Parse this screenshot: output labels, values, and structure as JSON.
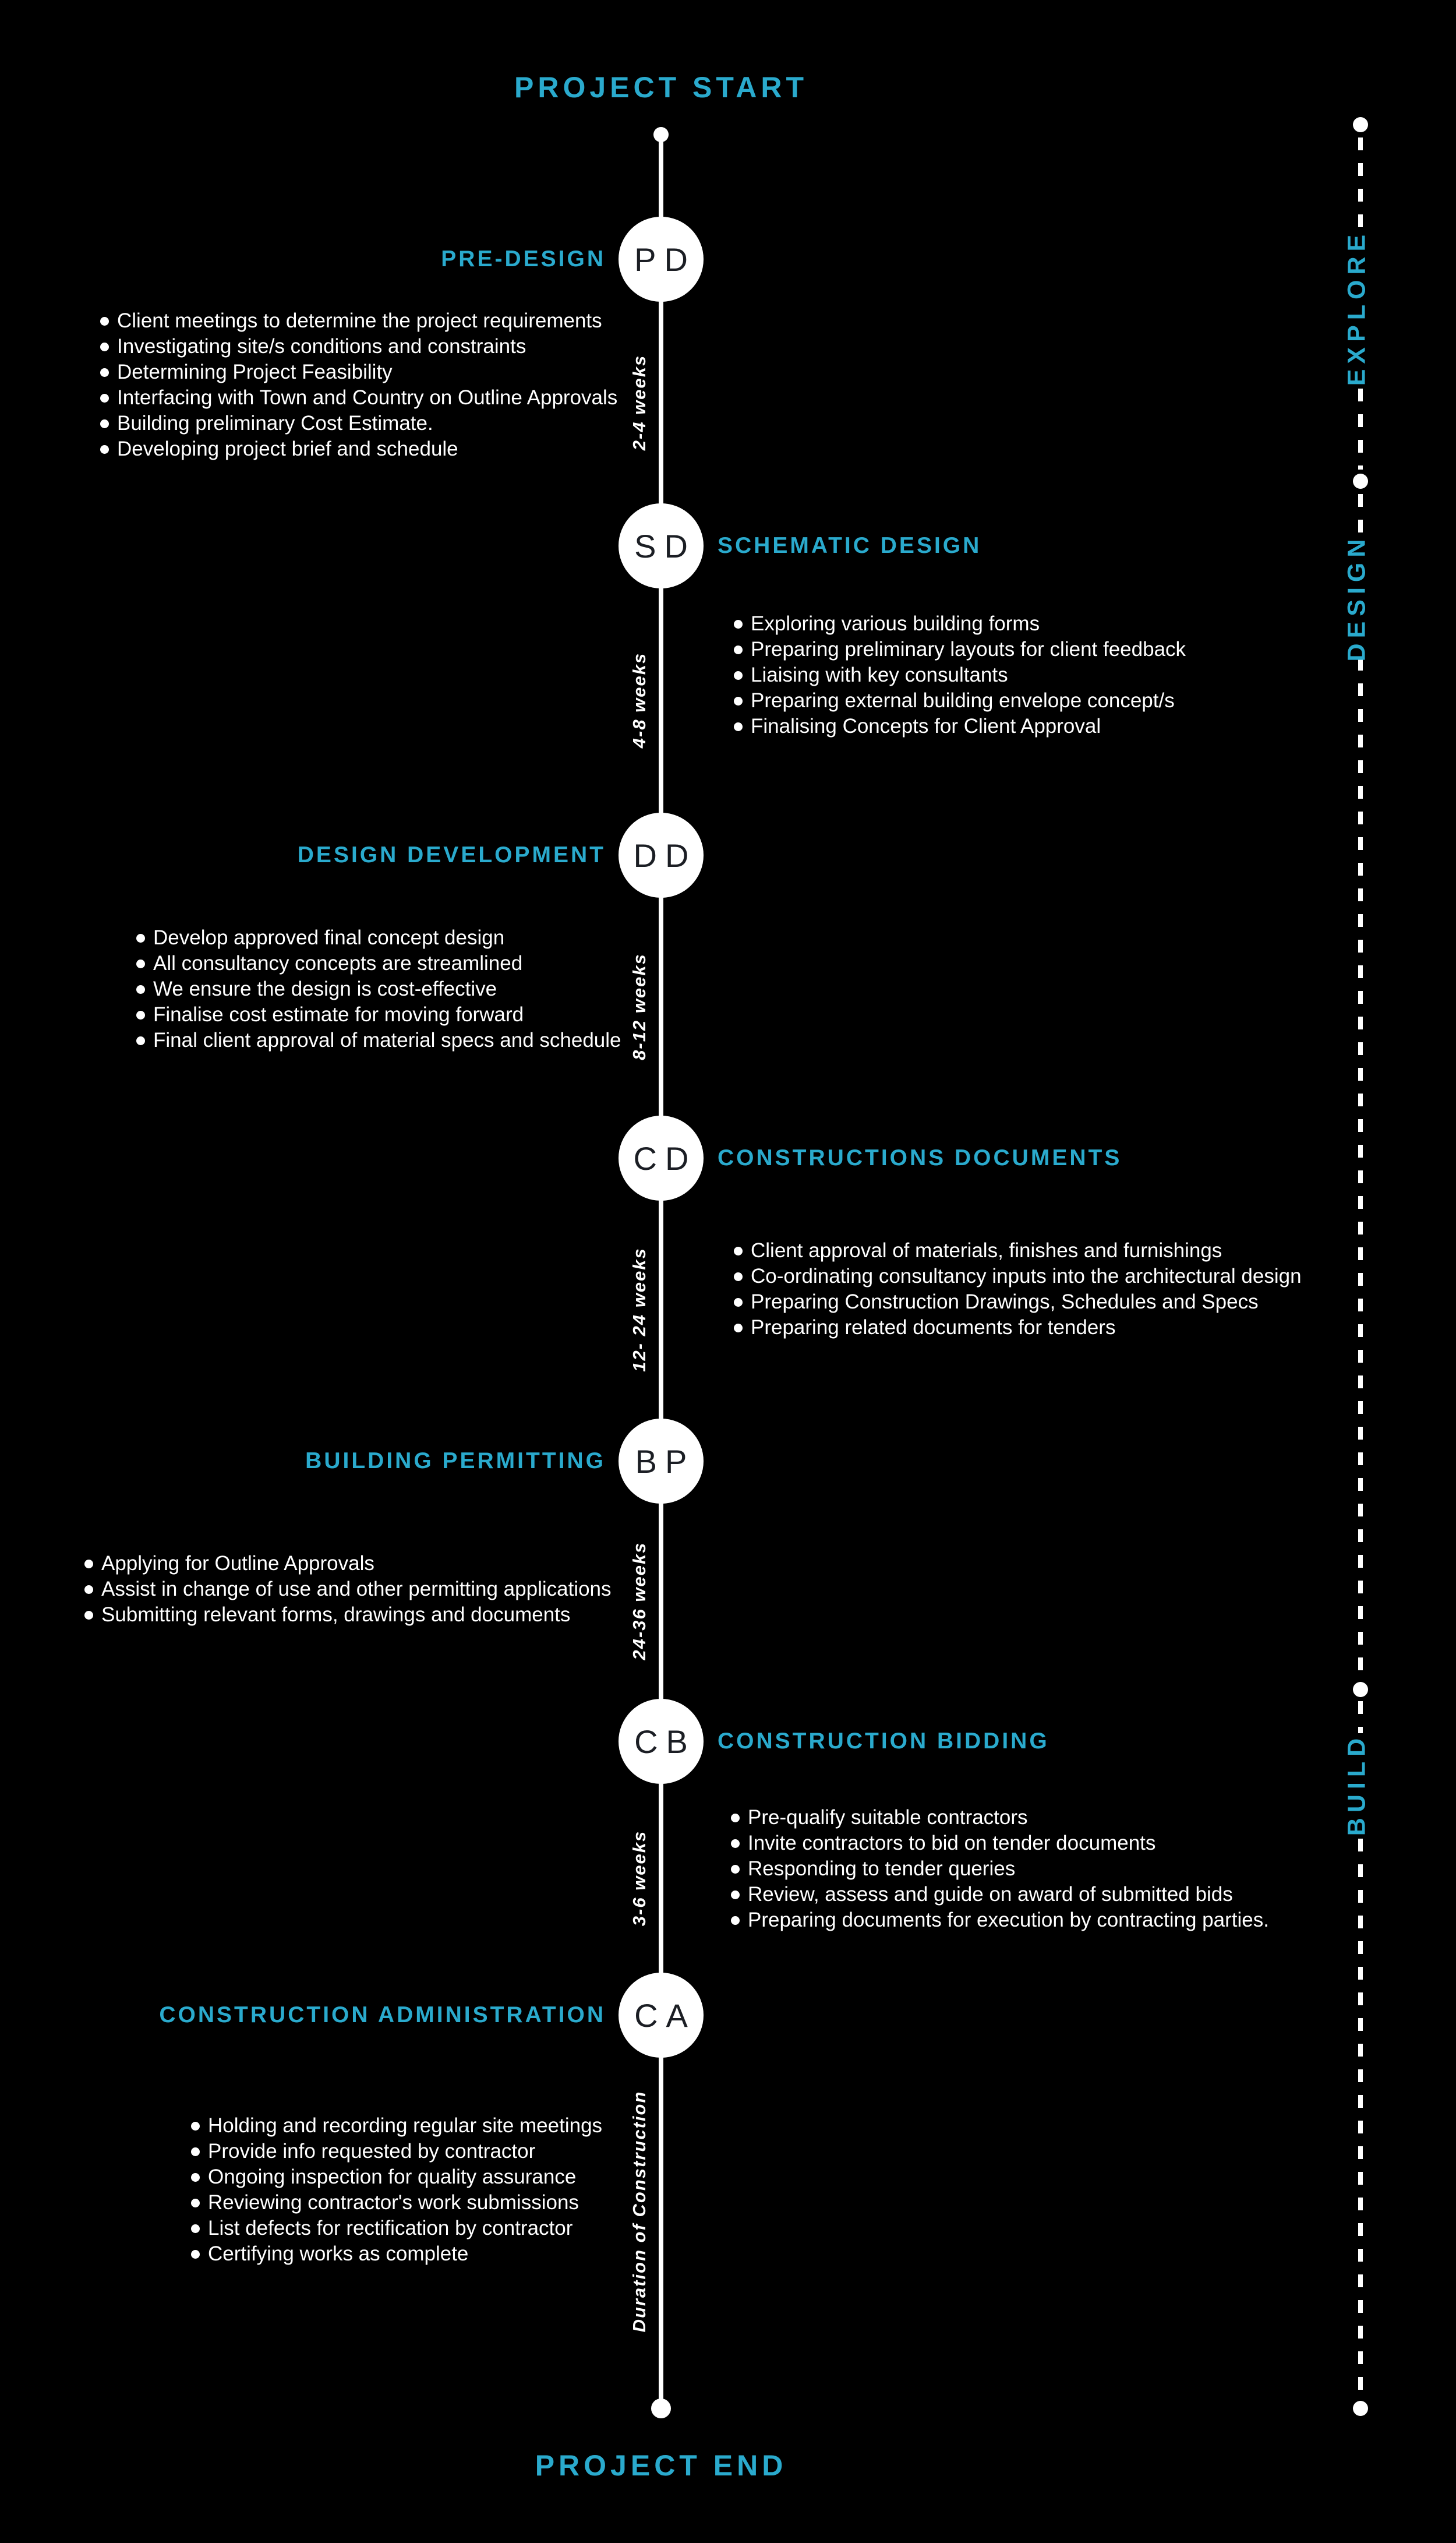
{
  "title_start": "PROJECT START",
  "title_end": "PROJECT END",
  "colors": {
    "background": "#000000",
    "accent": "#2aaacd",
    "line": "#ffffff",
    "node_text": "#1b1e24"
  },
  "phases": [
    {
      "abbr": "PD",
      "title": "PRE-DESIGN",
      "side": "left",
      "duration": "2-4 weeks",
      "bullets": [
        "Client meetings to determine the project requirements",
        "Investigating site/s conditions and constraints",
        "Determining Project Feasibility",
        "Interfacing with Town and Country on Outline Approvals",
        "Building preliminary Cost Estimate.",
        "Developing project brief and schedule"
      ]
    },
    {
      "abbr": "SD",
      "title": "SCHEMATIC DESIGN",
      "side": "right",
      "duration": "4-8 weeks",
      "bullets": [
        "Exploring various building forms",
        "Preparing preliminary layouts for client feedback",
        "Liaising with key consultants",
        "Preparing external building envelope concept/s",
        "Finalising Concepts for Client Approval"
      ]
    },
    {
      "abbr": "DD",
      "title": "DESIGN DEVELOPMENT",
      "side": "left",
      "duration": "8-12 weeks",
      "bullets": [
        "Develop approved final concept design",
        "All consultancy concepts are streamlined",
        "We ensure the design is cost-effective",
        "Finalise cost estimate for moving forward",
        "Final client approval of material specs and schedule"
      ]
    },
    {
      "abbr": "CD",
      "title": "CONSTRUCTIONS DOCUMENTS",
      "side": "right",
      "duration": "12- 24 weeks",
      "bullets": [
        "Client approval of materials, finishes and furnishings",
        "Co-ordinating consultancy inputs into the architectural design",
        "Preparing Construction Drawings, Schedules and Specs",
        "Preparing related documents for tenders"
      ]
    },
    {
      "abbr": "BP",
      "title": "BUILDING PERMITTING",
      "side": "left",
      "duration": "24-36 weeks",
      "bullets": [
        "Applying for Outline Approvals",
        "Assist in change of use and other permitting applications",
        "Submitting relevant forms, drawings and documents"
      ]
    },
    {
      "abbr": "CB",
      "title": "CONSTRUCTION BIDDING",
      "side": "right",
      "duration": "3-6 weeks",
      "bullets": [
        "Pre-qualify suitable contractors",
        "Invite contractors to bid on tender documents",
        "Responding to tender queries",
        "Review, assess and guide on award of submitted bids",
        "Preparing documents for execution by contracting parties."
      ]
    },
    {
      "abbr": "CA",
      "title": "CONSTRUCTION ADMINISTRATION",
      "side": "left",
      "duration": "Duration of Construction",
      "bullets": [
        "Holding and recording regular site meetings",
        "Provide info requested by contractor",
        "Ongoing inspection for quality assurance",
        "Reviewing contractor's work submissions",
        "List defects for rectification by contractor",
        "Certifying works as complete"
      ]
    }
  ],
  "right_rail": {
    "labels": [
      "EXPLORE",
      "DESIGN",
      "BUILD"
    ]
  }
}
